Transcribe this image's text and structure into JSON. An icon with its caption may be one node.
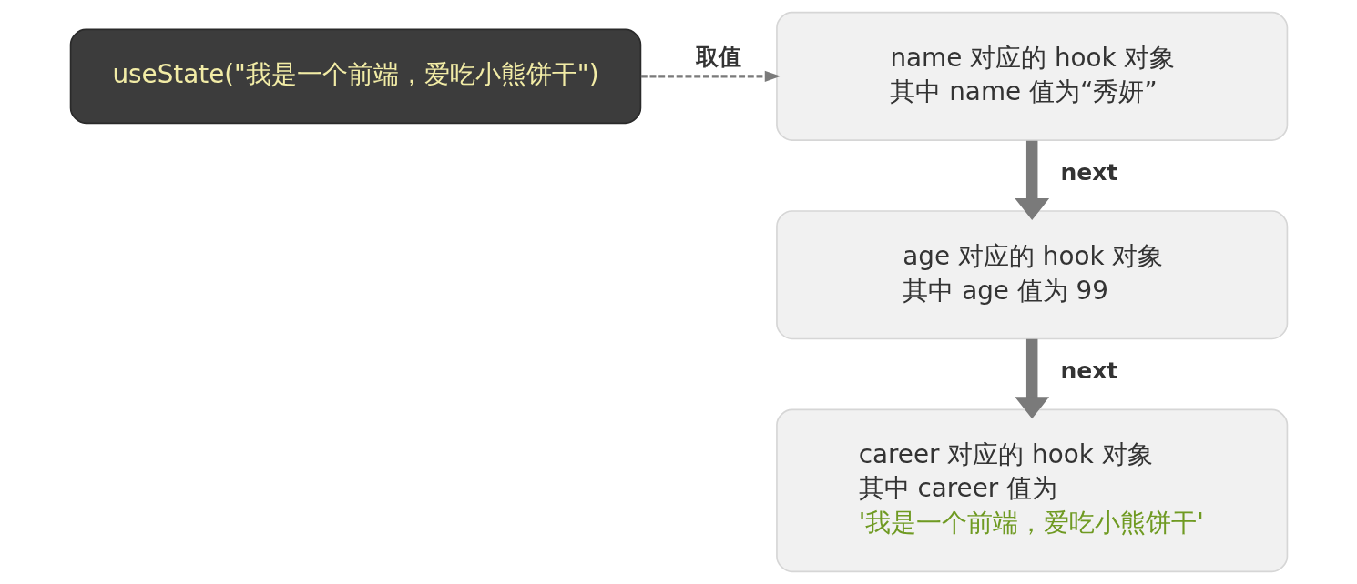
{
  "diagram": {
    "nodes": [
      {
        "text": [
          "useState(\"我是一个前端，爱吃小熊饼干\")"
        ]
      },
      {
        "text": [
          "name 对应的 hook 对象",
          "其中 name 值为“秀妍”"
        ]
      },
      {
        "text": [
          "age 对应的 hook 对象",
          "其中 age 值为 99"
        ]
      },
      {
        "text": [
          "career 对应的 hook 对象",
          "其中 career 值为",
          "'我是一个前端，爱吃小熊饼干'"
        ]
      }
    ],
    "edges": [
      {
        "from": 0,
        "to": 1,
        "arrow": "to",
        "label": "取值",
        "style": "dashed"
      },
      {
        "from": 1,
        "to": 2,
        "arrow": "to",
        "label": "next"
      },
      {
        "from": 2,
        "to": 3,
        "arrow": "to",
        "label": "next"
      }
    ]
  }
}
